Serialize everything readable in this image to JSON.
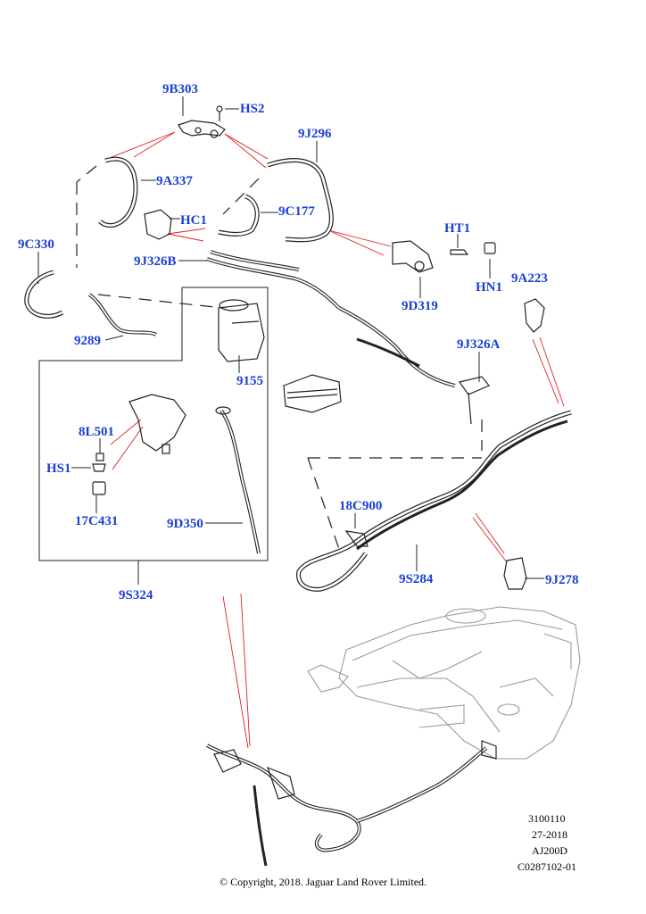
{
  "callouts": {
    "c_9B303": "9B303",
    "c_HS2_top": "HS2",
    "c_9J296": "9J296",
    "c_9A337": "9A337",
    "c_HC1": "HC1",
    "c_9C177": "9C177",
    "c_9C330": "9C330",
    "c_9J326B": "9J326B",
    "c_HT1": "HT1",
    "c_9A223": "9A223",
    "c_HN1": "HN1",
    "c_9D319": "9D319",
    "c_9289": "9289",
    "c_9J326A": "9J326A",
    "c_9155": "9155",
    "c_8L501": "8L501",
    "c_HS1": "HS1",
    "c_17C431": "17C431",
    "c_9D350": "9D350",
    "c_18C900": "18C900",
    "c_9S284": "9S284",
    "c_9J278": "9J278",
    "c_9S324": "9S324"
  },
  "reference": {
    "line1": "3100110",
    "line2": "27-2018",
    "line3": "AJ200D",
    "line4": "C0287102-01"
  },
  "copyright": "© Copyright, 2018. Jaguar Land Rover Limited.",
  "colors": {
    "callout_text": "#1a3fd6",
    "leader_red": "#e02020",
    "line_art": "#222222",
    "tank_grey": "#9a9a9a"
  }
}
